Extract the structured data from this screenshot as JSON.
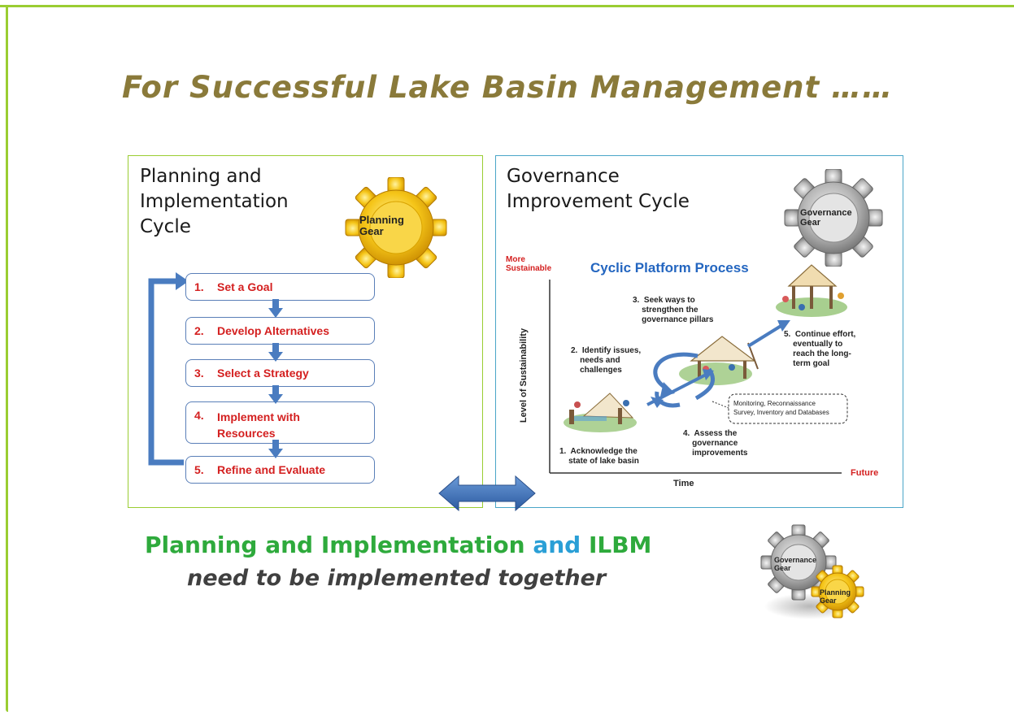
{
  "title": "For Successful Lake Basin Management ……",
  "colors": {
    "frame": "#9acd32",
    "title": "#8a7a3a",
    "step_text": "#d42020",
    "step_border": "#5a7fb8",
    "green_text": "#2eaa3c",
    "blue_text": "#2a9fd6",
    "gray_text": "#404040",
    "cyclic_title": "#2466c0",
    "red_label": "#d42020"
  },
  "left_panel": {
    "title_line1": "Planning and",
    "title_line2": "Implementation",
    "title_line3": "Cycle",
    "gear_label_line1": "Planning",
    "gear_label_line2": "Gear",
    "steps": [
      {
        "num": "1.",
        "label": "Set a Goal"
      },
      {
        "num": "2.",
        "label": "Develop Alternatives"
      },
      {
        "num": "3.",
        "label": "Select a Strategy"
      },
      {
        "num": "4.",
        "label_line1": "Implement with",
        "label_line2": "Resources"
      },
      {
        "num": "5.",
        "label": "Refine and Evaluate"
      }
    ]
  },
  "right_panel": {
    "title_line1": "Governance",
    "title_line2": "Improvement Cycle",
    "gear_label_line1": "Governance",
    "gear_label_line2": "Gear",
    "diagram": {
      "title": "Cyclic Platform Process",
      "y_top_line1": "More",
      "y_top_line2": "Sustainable",
      "y_axis": "Level of Sustainability",
      "x_axis": "Time",
      "x_end": "Future",
      "steps": [
        {
          "num": "1.",
          "lines": [
            "Acknowledge the",
            "state of lake basin"
          ]
        },
        {
          "num": "2.",
          "lines": [
            "Identify issues,",
            "needs and",
            "challenges"
          ]
        },
        {
          "num": "3.",
          "lines": [
            "Seek ways to",
            "strengthen the",
            "governance pillars"
          ]
        },
        {
          "num": "4.",
          "lines": [
            "Assess the",
            "governance",
            "improvements"
          ]
        },
        {
          "num": "5.",
          "lines": [
            "Continue effort,",
            "eventually to",
            "reach the long-",
            "term goal"
          ]
        }
      ],
      "monitoring_lines": [
        "Monitoring, Reconnaissance",
        "Survey, Inventory and Databases"
      ]
    }
  },
  "bottom": {
    "part1": "Planning and Implementation",
    "part2": "and",
    "part3": "ILBM",
    "line2": "need to be implemented together",
    "gear_small_1": "Governance",
    "gear_small_1b": "Gear",
    "gear_small_2": "Planning",
    "gear_small_2b": "Gear"
  }
}
